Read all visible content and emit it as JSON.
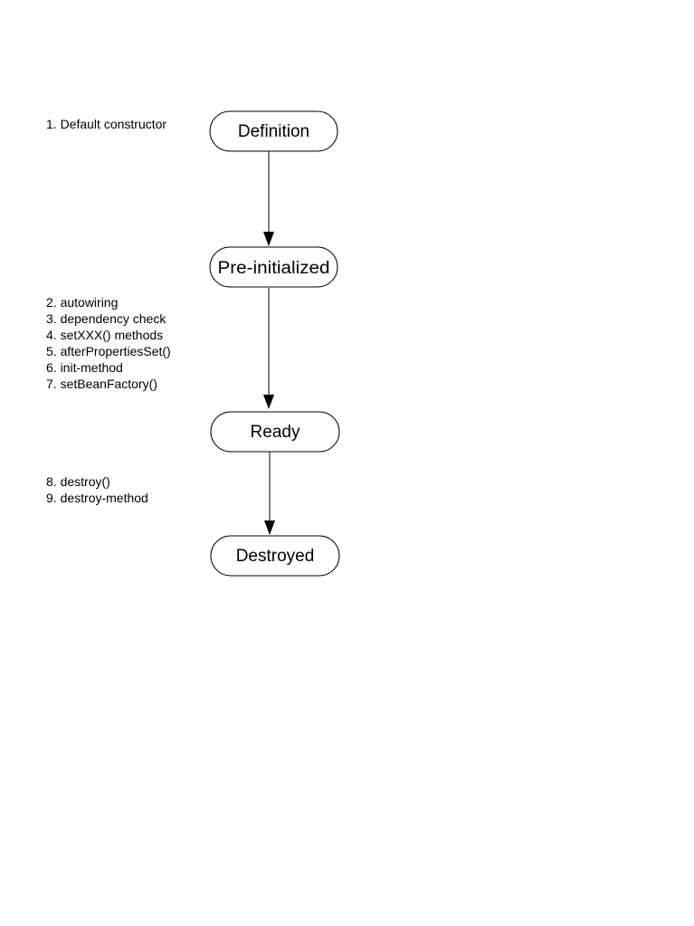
{
  "states": [
    {
      "id": "definition",
      "label": "Definition"
    },
    {
      "id": "pre-initialized",
      "label": "Pre-initialized"
    },
    {
      "id": "ready",
      "label": "Ready"
    },
    {
      "id": "destroyed",
      "label": "Destroyed"
    }
  ],
  "notes": {
    "definition": [
      "1. Default constructor"
    ],
    "pre_initialized": [
      "2. autowiring",
      "3. dependency check",
      "4. setXXX() methods",
      "5. afterPropertiesSet()",
      "6. init-method",
      "7. setBeanFactory()"
    ],
    "ready": [
      "8. destroy()",
      "9. destroy-method"
    ]
  },
  "colors": {
    "stroke": "#000000",
    "background": "#ffffff"
  }
}
